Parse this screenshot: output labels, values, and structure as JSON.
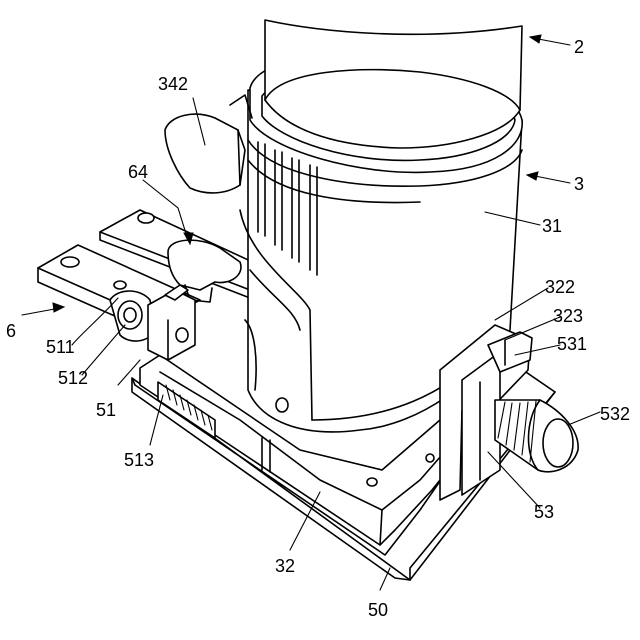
{
  "labels": {
    "l2": "2",
    "l3": "3",
    "l31": "31",
    "l342": "342",
    "l64": "64",
    "l6": "6",
    "l511": "511",
    "l512": "512",
    "l51": "51",
    "l513": "513",
    "l32": "32",
    "l50": "50",
    "l53": "53",
    "l532": "532",
    "l531": "531",
    "l323": "323",
    "l322": "322"
  }
}
